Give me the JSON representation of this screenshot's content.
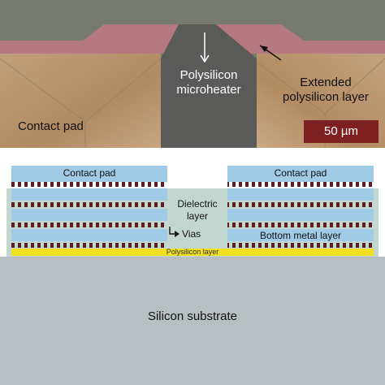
{
  "micrograph": {
    "heater_label": [
      "Polysilicon",
      "microheater"
    ],
    "extended_label": [
      "Extended",
      "polysilicon layer"
    ],
    "contact_pad_label": "Contact pad",
    "scale_bar_label": "50 µm"
  },
  "cross_section": {
    "left_pad_label": "Contact pad",
    "right_pad_label": "Contact pad",
    "dielectric_label": [
      "Dielectric",
      "layer"
    ],
    "vias_label": "Vias",
    "bottom_metal_label": "Bottom metal layer",
    "polysilicon_label": "Polysilicon layer",
    "substrate_label": "Silicon substrate"
  },
  "colors": {
    "pad": "#b0895f",
    "heater_metal": "#5a5a58",
    "pink_trace": "#b57a7f",
    "metal_layer": "#9fcbe6",
    "dielectric": "#c2d7cf",
    "via": "#5b1f1f",
    "polysilicon": "#f0e020",
    "substrate": "#b8bfc2",
    "scale_bar": "#7e1f21"
  }
}
